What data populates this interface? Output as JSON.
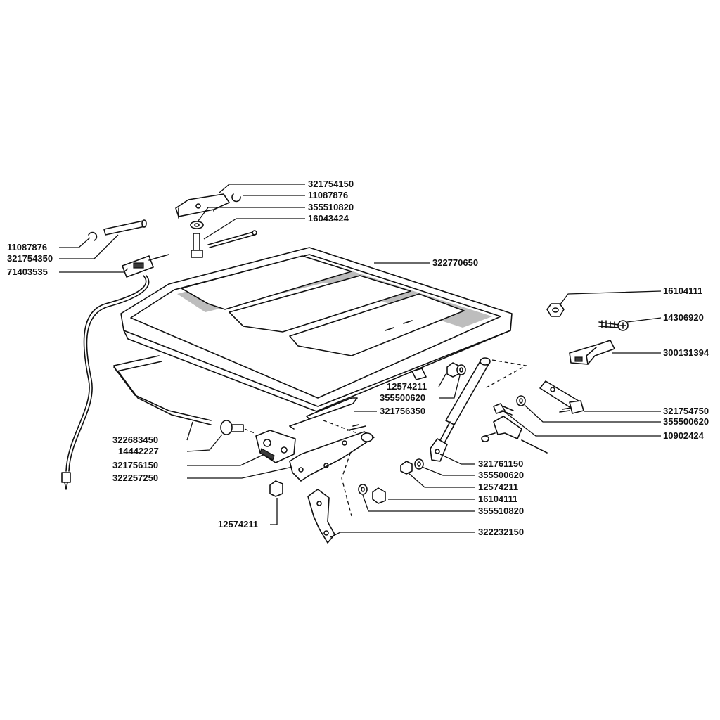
{
  "parts": {
    "p321754150": "321754150",
    "p11087876_r": "11087876",
    "p355510820_t": "355510820",
    "p16043424": "16043424",
    "p11087876_l": "11087876",
    "p321754350": "321754350",
    "p71403535": "71403535",
    "p322770650": "322770650",
    "p16104111_t": "16104111",
    "p14306920": "14306920",
    "p300131394": "300131394",
    "p12574211_c": "12574211",
    "p355500620_c": "355500620",
    "p321756350": "321756350",
    "p321754750": "321754750",
    "p355500620_r": "355500620",
    "p10902424": "10902424",
    "p322683450": "322683450",
    "p14442227": "14442227",
    "p321756150": "321756150",
    "p322257250": "322257250",
    "p321761150": "321761150",
    "p355500620_b": "355500620",
    "p12574211_b": "12574211",
    "p16104111_b": "16104111",
    "p355510820_b": "355510820",
    "p12574211_l": "12574211",
    "p322232150": "322232150"
  },
  "colors": {
    "ink": "#111111",
    "paper": "#ffffff",
    "shade": "#bdbdbd"
  }
}
